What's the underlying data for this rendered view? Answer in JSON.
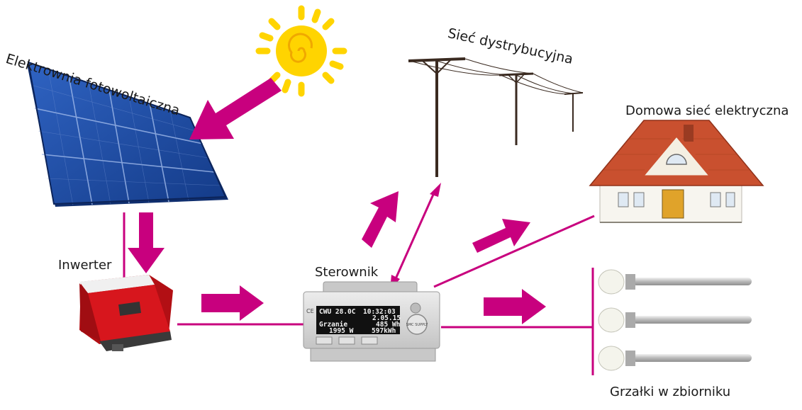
{
  "labels": {
    "pv_plant": "Elektrownia fotowoltaiczna",
    "grid": "Sieć dystrybucyjna",
    "home_network": "Domowa sieć elektryczna",
    "inverter": "Inwerter",
    "controller": "Sterownik",
    "heaters": "Grzałki w zbiorniku"
  },
  "controller_display": {
    "row1_left": "CWU 28.0C",
    "row1_right": "10:32:03",
    "row2_right": "2.05.15",
    "row3_left": "Grzanie",
    "row3_right": "485 Wh",
    "row4_left": "1995 W",
    "row4_right": "597kWh",
    "knob_label": "SMC SUPPLY"
  },
  "colors": {
    "arrow": "#c8007e",
    "line": "#c8007e",
    "sun": "#ffd400",
    "panel": "#1f4fa8",
    "inverter": "#d7161d",
    "roof": "#c9502f"
  }
}
